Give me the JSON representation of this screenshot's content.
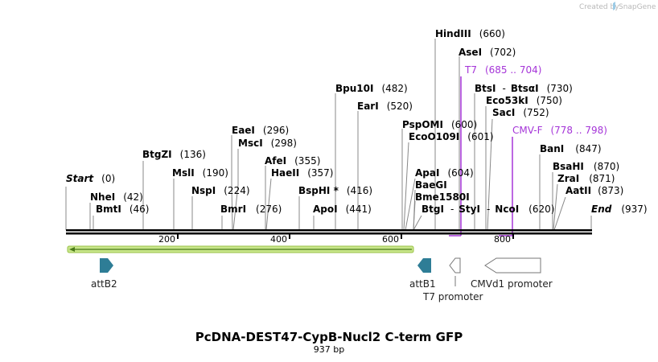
{
  "watermark": {
    "prefix": "Created by",
    "brand": "SnapGene"
  },
  "map": {
    "title": "PcDNA-DEST47-CypB-Nucl2 C-term GFP",
    "length_label": "937 bp",
    "length": 937,
    "ticks": [
      200,
      400,
      600,
      800
    ]
  },
  "sites": [
    {
      "name": "Start",
      "pos": "(0)",
      "bp": 0,
      "italic": true
    },
    {
      "name": "NheI",
      "pos": "(42)",
      "bp": 42
    },
    {
      "name": "BmtI",
      "pos": "(46)",
      "bp": 46
    },
    {
      "name": "BtgZI",
      "pos": "(136)",
      "bp": 136
    },
    {
      "name": "MslI",
      "pos": "(190)",
      "bp": 190
    },
    {
      "name": "NspI",
      "pos": "(224)",
      "bp": 224
    },
    {
      "name": "EaeI",
      "pos": "(296)",
      "bp": 296
    },
    {
      "name": "MscI",
      "pos": "(298)",
      "bp": 298
    },
    {
      "name": "BmrI",
      "pos": "(276)",
      "bp": 276
    },
    {
      "name": "AfeI",
      "pos": "(355)",
      "bp": 355
    },
    {
      "name": "HaeII",
      "pos": "(357)",
      "bp": 357
    },
    {
      "name": "BspHI *",
      "pos": "(416)",
      "bp": 416
    },
    {
      "name": "ApoI",
      "pos": "(441)",
      "bp": 441
    },
    {
      "name": "Bpu10I",
      "pos": "(482)",
      "bp": 482
    },
    {
      "name": "EarI",
      "pos": "(520)",
      "bp": 520
    },
    {
      "name": "HindIII",
      "pos": "(660)",
      "bp": 660
    },
    {
      "name": "AseI",
      "pos": "(702)",
      "bp": 702
    },
    {
      "name": "PspOMI",
      "pos": "(600)",
      "bp": 600
    },
    {
      "name": "EcoO109I",
      "pos": "(601)",
      "bp": 601
    },
    {
      "name": "ApaI",
      "pos": "(604)",
      "bp": 604
    },
    {
      "name": "BaeGI",
      "pos": "",
      "bp": 620
    },
    {
      "name": "Bme1580I",
      "pos": "",
      "bp": 620
    },
    {
      "name": "BtgI",
      "pos": "",
      "bp": 620
    },
    {
      "name": "StyI",
      "pos": "",
      "bp": 620
    },
    {
      "name": "NcoI",
      "pos": "(620)",
      "bp": 620
    },
    {
      "name": "BtsI",
      "pos": "",
      "bp": 730
    },
    {
      "name": "BtsαI",
      "pos": "(730)",
      "bp": 730
    },
    {
      "name": "Eco53kI",
      "pos": "(750)",
      "bp": 750
    },
    {
      "name": "SacI",
      "pos": "(752)",
      "bp": 752
    },
    {
      "name": "BanI",
      "pos": "(847)",
      "bp": 847
    },
    {
      "name": "BsaHI",
      "pos": "(870)",
      "bp": 870
    },
    {
      "name": "ZraI",
      "pos": "(871)",
      "bp": 871
    },
    {
      "name": "AatII",
      "pos": "(873)",
      "bp": 873
    },
    {
      "name": "End",
      "pos": "(937)",
      "bp": 937,
      "italic": true
    }
  ],
  "primers": [
    {
      "name": "T7",
      "range": "(685 .. 704)"
    },
    {
      "name": "CMV-F",
      "range": "(778 .. 798)"
    }
  ],
  "features": [
    {
      "name": "attB2",
      "color": "#2e7d96"
    },
    {
      "name": "attB1",
      "color": "#2e7d96"
    },
    {
      "name": "T7 promoter",
      "color": "#ffffff"
    },
    {
      "name": "CMVd1 promoter",
      "color": "#ffffff"
    }
  ],
  "gfp_bar_color": "#c8e68a",
  "primer_color": "#a535d8"
}
